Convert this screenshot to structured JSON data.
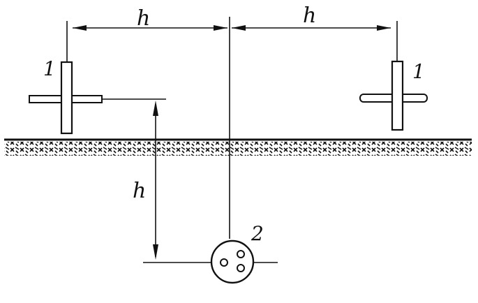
{
  "labels": {
    "h_top_left": "h",
    "h_top_right": "h",
    "h_vertical": "h",
    "marker_left": "1",
    "marker_right": "1",
    "cable": "2"
  },
  "colors": {
    "ink": "#111111",
    "background": "#ffffff"
  }
}
